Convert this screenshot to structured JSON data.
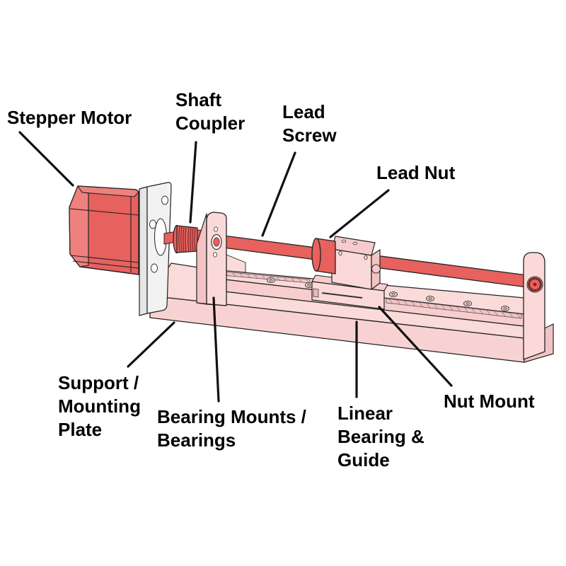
{
  "diagram": {
    "type": "technical-illustration",
    "subject": "lead screw linear actuator assembly",
    "labels": {
      "stepper_motor": {
        "line1": "Stepper Motor"
      },
      "shaft_coupler": {
        "line1": "Shaft",
        "line2": "Coupler"
      },
      "lead_screw": {
        "line1": "Lead",
        "line2": "Screw"
      },
      "lead_nut": {
        "line1": "Lead Nut"
      },
      "support_mounting_plate": {
        "line1": "Support /",
        "line2": "Mounting",
        "line3": "Plate"
      },
      "bearing_mounts": {
        "line1": "Bearing Mounts /",
        "line2": "Bearings"
      },
      "linear_bearing_guide": {
        "line1": "Linear",
        "line2": "Bearing &",
        "line3": "Guide"
      },
      "nut_mount": {
        "line1": "Nut Mount"
      }
    },
    "colors": {
      "part_red": "#e7615e",
      "part_red_light": "#ee817e",
      "part_maroon": "#7a2727",
      "part_pink": "#fbd9d9",
      "part_pink_light": "#fbdada",
      "part_pink_mid": "#f7cdcd",
      "part_pink_shade": "#f3c3c3",
      "plate_white": "#f2f2f2",
      "plate_strip": "#e5e5e5",
      "outline": "#222222",
      "leader_line": "#111111",
      "label_text": "#000000",
      "background": "#ffffff"
    }
  }
}
